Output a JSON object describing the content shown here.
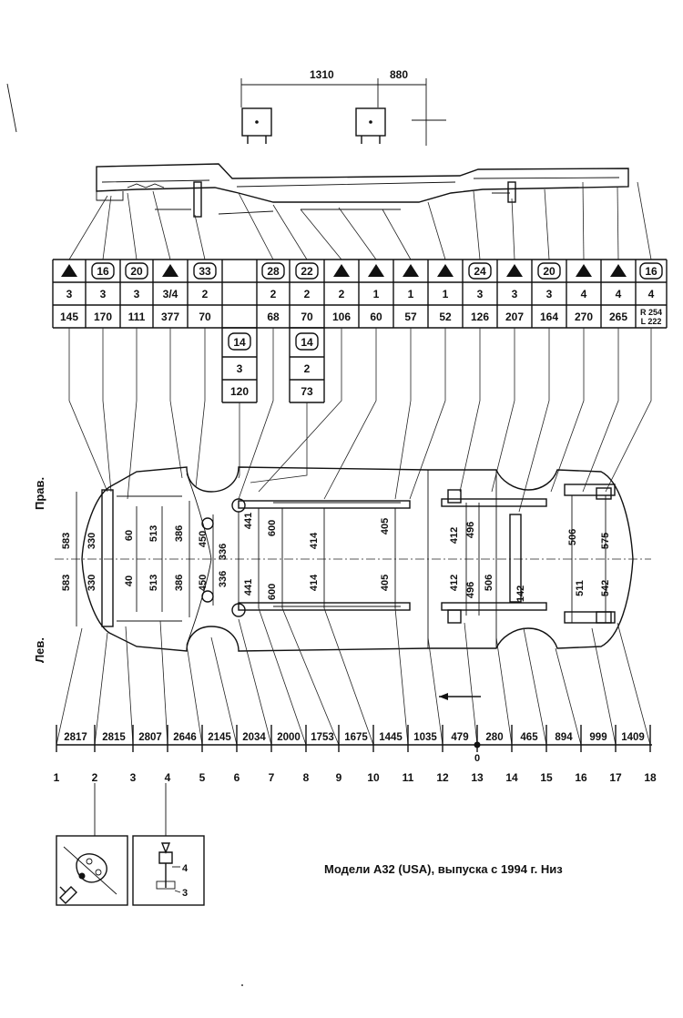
{
  "top_dims": [
    "1310",
    "880"
  ],
  "table": {
    "symbols": [
      "tri",
      "16",
      "20",
      "tri",
      "33",
      "",
      "28",
      "22",
      "tri",
      "tri",
      "tri",
      "tri",
      "24",
      "tri",
      "20",
      "tri",
      "tri",
      "16"
    ],
    "row2": [
      "3",
      "3",
      "3",
      "3/4",
      "2",
      "",
      "2",
      "2",
      "2",
      "1",
      "1",
      "1",
      "3",
      "3",
      "3",
      "4",
      "4",
      "4"
    ],
    "row3": [
      "145",
      "170",
      "111",
      "377",
      "70",
      "",
      "68",
      "70",
      "106",
      "60",
      "57",
      "52",
      "126",
      "207",
      "164",
      "270",
      "265",
      ""
    ],
    "last_cell": [
      "R 254",
      "L 222"
    ]
  },
  "sub_tables": [
    {
      "symbol": "14",
      "row2": "3",
      "row3": "120"
    },
    {
      "symbol": "14",
      "row2": "2",
      "row3": "73"
    }
  ],
  "side_labels": {
    "right": "Прав.",
    "left": "Лев."
  },
  "plan_dims": {
    "upper": [
      "583",
      "330",
      "60",
      "513",
      "386",
      "450",
      "336",
      "441",
      "600",
      "414",
      "405",
      "412",
      "496",
      "506",
      "575",
      "575"
    ],
    "lower": [
      "583",
      "330",
      "40",
      "513",
      "386",
      "450",
      "336",
      "441",
      "600",
      "414",
      "405",
      "412",
      "496",
      "506",
      "142",
      "511",
      "542"
    ]
  },
  "baseline": {
    "values": [
      "2817",
      "2815",
      "2807",
      "2646",
      "2145",
      "2034",
      "2000",
      "1753",
      "1675",
      "1445",
      "1035",
      "479",
      "280",
      "465",
      "894",
      "999",
      "1409"
    ],
    "zero": "0",
    "points": [
      "1",
      "2",
      "3",
      "4",
      "5",
      "6",
      "7",
      "8",
      "9",
      "10",
      "11",
      "12",
      "13",
      "14",
      "15",
      "16",
      "17",
      "18"
    ]
  },
  "inset_labels": [
    "4",
    "3"
  ],
  "caption": "Модели A32 (USA), выпуска с 1994 г. Низ"
}
